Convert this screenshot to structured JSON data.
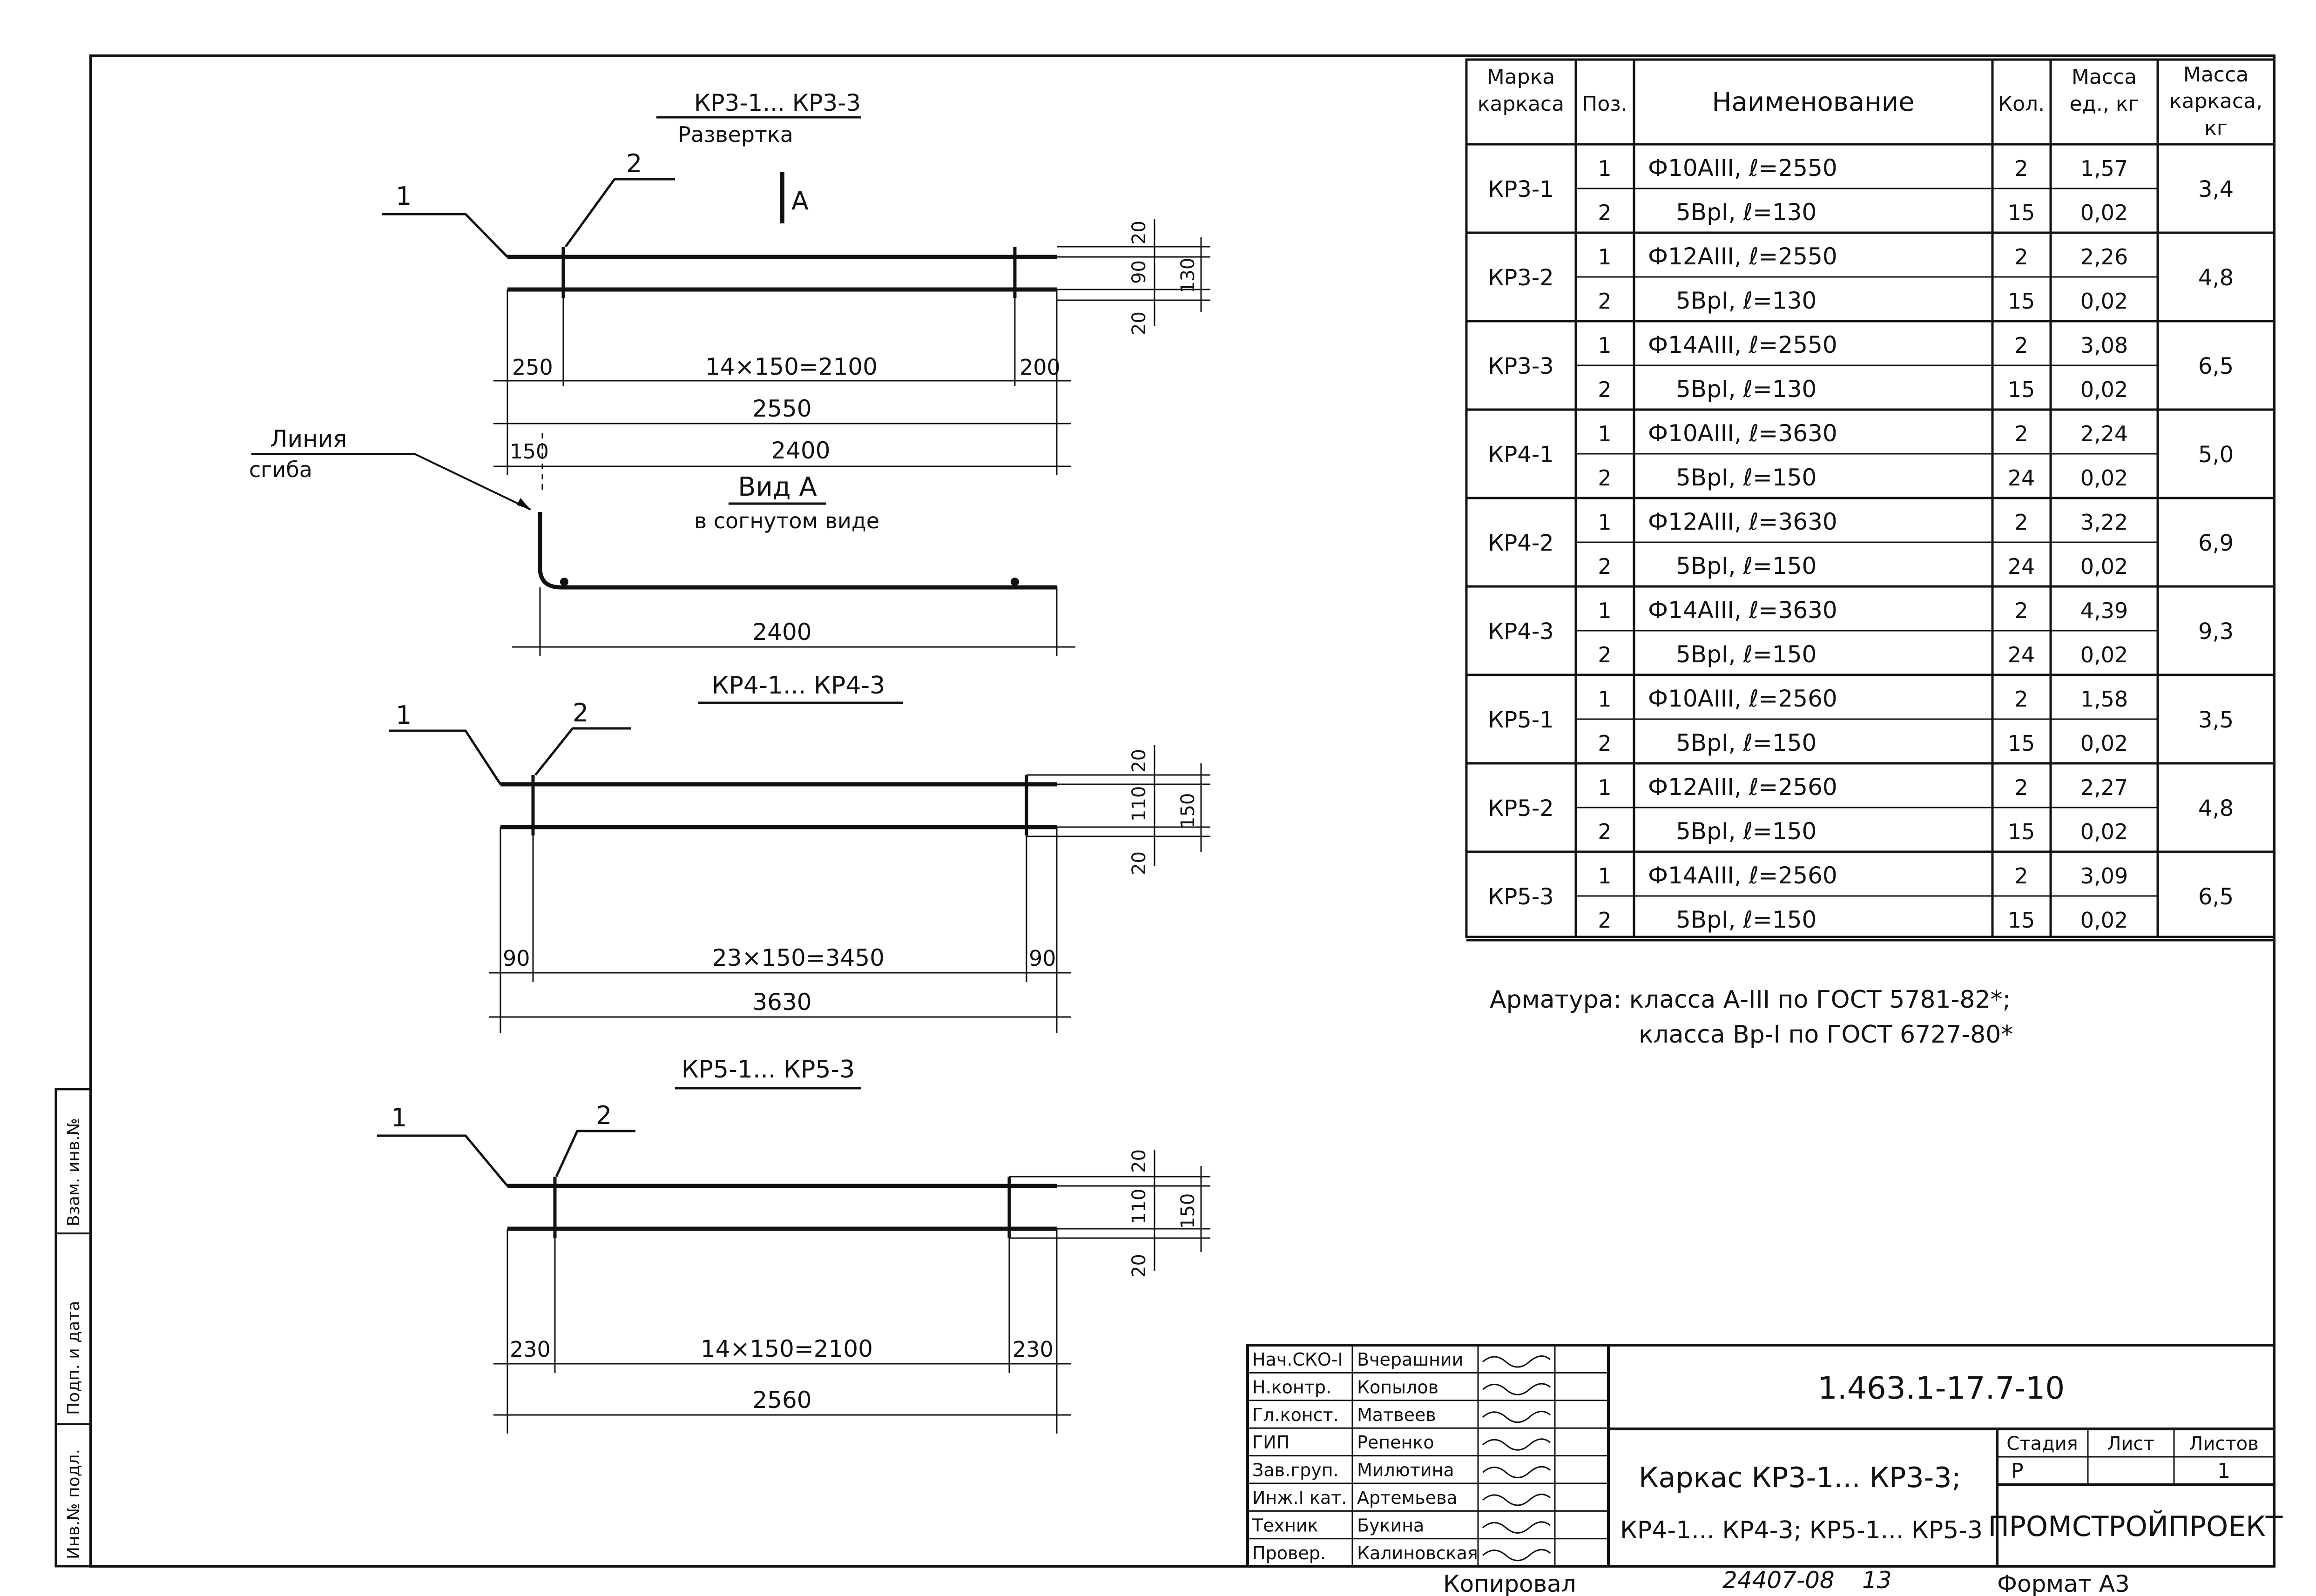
{
  "drawings": {
    "kr3": {
      "title": "КР3-1... КР3-3",
      "subtitle": "Развертка",
      "section_marker": "А",
      "leader_1": "1",
      "leader_2": "2",
      "dim_pitch": "14×150=2100",
      "dim_left": "250",
      "dim_right": "200",
      "dim_total": "2550",
      "dim_150": "150",
      "dim_2400": "2400",
      "dim_v20_top": "20",
      "dim_v90": "90",
      "dim_v20_bottom": "20",
      "dim_v130": "130",
      "bend_label_1": "Линия",
      "bend_label_2": "сгиба",
      "view_title": "Вид А",
      "view_subtitle": "в согнутом виде",
      "view_dim": "2400"
    },
    "kr4": {
      "title": "КР4-1... КР4-3",
      "leader_1": "1",
      "leader_2": "2",
      "dim_pitch": "23×150=3450",
      "dim_left": "90",
      "dim_right": "90",
      "dim_total": "3630",
      "dim_v20_top": "20",
      "dim_v110": "110",
      "dim_v20_bottom": "20",
      "dim_v150": "150"
    },
    "kr5": {
      "title": "КР5-1... КР5-3",
      "leader_1": "1",
      "leader_2": "2",
      "dim_pitch": "14×150=2100",
      "dim_left": "230",
      "dim_right": "230",
      "dim_total": "2560",
      "dim_v20_top": "20",
      "dim_v110": "110",
      "dim_v20_bottom": "20",
      "dim_v150": "150"
    }
  },
  "spec_table": {
    "headers": {
      "marka_1": "Марка",
      "marka_2": "каркаса",
      "pos": "Поз.",
      "name": "Наименование",
      "qty": "Кол.",
      "unit_mass_1": "Масса",
      "unit_mass_2": "ед., кг",
      "frame_mass_1": "Масса",
      "frame_mass_2": "каркаса,",
      "frame_mass_3": "кг"
    },
    "groups": [
      {
        "mark": "КР3-1",
        "total": "3,4",
        "rows": [
          {
            "pos": "1",
            "name": "Ф10АIII, ℓ=2550",
            "qty": "2",
            "mass": "1,57"
          },
          {
            "pos": "2",
            "name": "5ВрI, ℓ=130",
            "qty": "15",
            "mass": "0,02"
          }
        ]
      },
      {
        "mark": "КР3-2",
        "total": "4,8",
        "rows": [
          {
            "pos": "1",
            "name": "Ф12АIII, ℓ=2550",
            "qty": "2",
            "mass": "2,26"
          },
          {
            "pos": "2",
            "name": "5ВрI, ℓ=130",
            "qty": "15",
            "mass": "0,02"
          }
        ]
      },
      {
        "mark": "КР3-3",
        "total": "6,5",
        "rows": [
          {
            "pos": "1",
            "name": "Ф14АIII, ℓ=2550",
            "qty": "2",
            "mass": "3,08"
          },
          {
            "pos": "2",
            "name": "5ВрI, ℓ=130",
            "qty": "15",
            "mass": "0,02"
          }
        ]
      },
      {
        "mark": "КР4-1",
        "total": "5,0",
        "rows": [
          {
            "pos": "1",
            "name": "Ф10АIII, ℓ=3630",
            "qty": "2",
            "mass": "2,24"
          },
          {
            "pos": "2",
            "name": "5ВрI, ℓ=150",
            "qty": "24",
            "mass": "0,02"
          }
        ]
      },
      {
        "mark": "КР4-2",
        "total": "6,9",
        "rows": [
          {
            "pos": "1",
            "name": "Ф12АIII, ℓ=3630",
            "qty": "2",
            "mass": "3,22"
          },
          {
            "pos": "2",
            "name": "5ВрI, ℓ=150",
            "qty": "24",
            "mass": "0,02"
          }
        ]
      },
      {
        "mark": "КР4-3",
        "total": "9,3",
        "rows": [
          {
            "pos": "1",
            "name": "Ф14АIII, ℓ=3630",
            "qty": "2",
            "mass": "4,39"
          },
          {
            "pos": "2",
            "name": "5ВрI, ℓ=150",
            "qty": "24",
            "mass": "0,02"
          }
        ]
      },
      {
        "mark": "КР5-1",
        "total": "3,5",
        "rows": [
          {
            "pos": "1",
            "name": "Ф10АIII, ℓ=2560",
            "qty": "2",
            "mass": "1,58"
          },
          {
            "pos": "2",
            "name": "5ВрI, ℓ=150",
            "qty": "15",
            "mass": "0,02"
          }
        ]
      },
      {
        "mark": "КР5-2",
        "total": "4,8",
        "rows": [
          {
            "pos": "1",
            "name": "Ф12АIII, ℓ=2560",
            "qty": "2",
            "mass": "2,27"
          },
          {
            "pos": "2",
            "name": "5ВрI, ℓ=150",
            "qty": "15",
            "mass": "0,02"
          }
        ]
      },
      {
        "mark": "КР5-3",
        "total": "6,5",
        "rows": [
          {
            "pos": "1",
            "name": "Ф14АIII, ℓ=2560",
            "qty": "2",
            "mass": "3,09"
          },
          {
            "pos": "2",
            "name": "5ВрI, ℓ=150",
            "qty": "15",
            "mass": "0,02"
          }
        ]
      }
    ]
  },
  "notes": {
    "line1": "Арматура: класса А-III по ГОСТ 5781-82*;",
    "line2": "класса Вр-I по ГОСТ 6727-80*"
  },
  "title_block": {
    "code": "1.463.1-17.7-10",
    "title_line1": "Каркас КР3-1... КР3-3;",
    "title_line2": "КР4-1... КР4-3; КР5-1... КР5-3",
    "stage_label": "Стадия",
    "sheet_label": "Лист",
    "sheets_label": "Листов",
    "stage_value": "Р",
    "sheets_value": "1",
    "organization": "ПРОМСТРОЙПРОЕКТ",
    "staff": [
      {
        "role": "Нач.СКО-I",
        "name": "Вчерашнии"
      },
      {
        "role": "Н.контр.",
        "name": "Копылов"
      },
      {
        "role": "Гл.конст.",
        "name": "Матвеев"
      },
      {
        "role": "ГИП",
        "name": "Репенко"
      },
      {
        "role": "Зав.груп.",
        "name": "Милютина"
      },
      {
        "role": "Инж.I кат.",
        "name": "Артемьева"
      },
      {
        "role": "Техник",
        "name": "Букина"
      },
      {
        "role": "Провер.",
        "name": "Калиновская"
      }
    ]
  },
  "footer": {
    "copied": "Копировал",
    "doc_number": "24407-08",
    "doc_sheet": "13",
    "format": "Формат А3"
  },
  "side_strip": {
    "label_inv_podl": "Инв.№ подл.",
    "label_sign_date": "Подп. и дата",
    "label_vzam": "Взам. инв.№"
  }
}
